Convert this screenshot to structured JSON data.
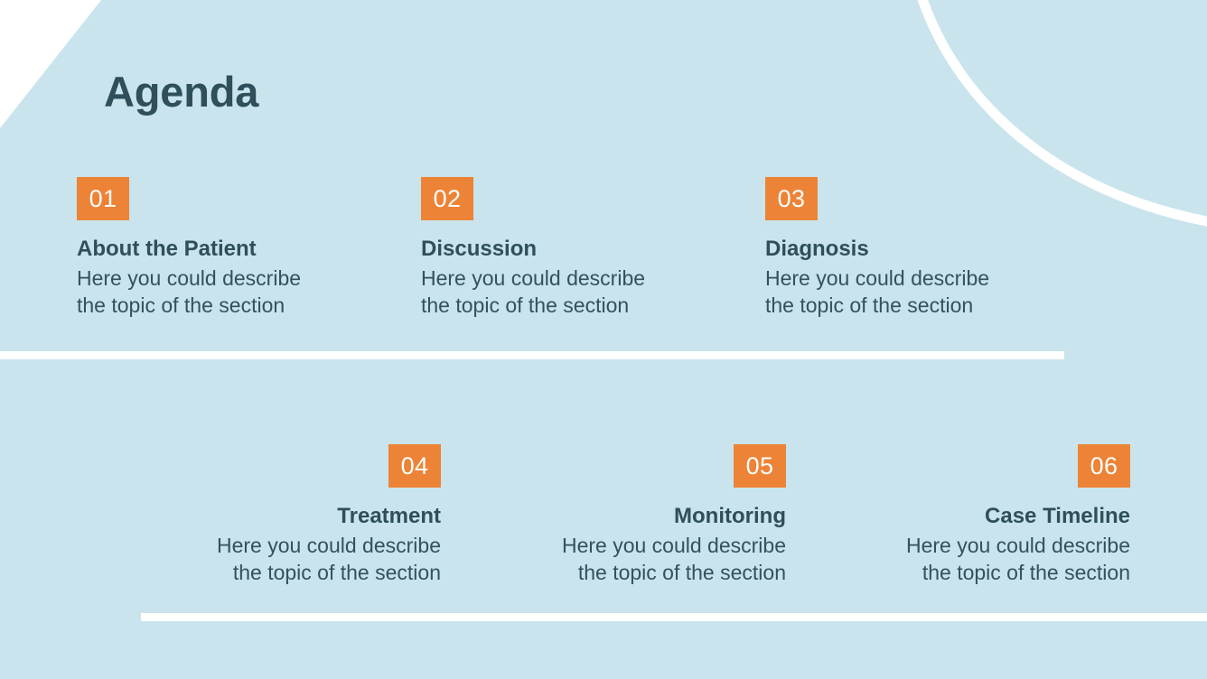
{
  "slide": {
    "title": "Agenda",
    "background_color": "#c9e4ec",
    "accent_color": "#ed8336",
    "text_color": "#2f4f5a",
    "decor_color": "#ffffff"
  },
  "items": [
    {
      "number": "01",
      "title": "About the Patient",
      "desc_line_1": "Here you could describe",
      "desc_line_2": "the topic of the section"
    },
    {
      "number": "02",
      "title": "Discussion",
      "desc_line_1": "Here you could describe",
      "desc_line_2": "the topic of the section"
    },
    {
      "number": "03",
      "title": "Diagnosis",
      "desc_line_1": "Here you could describe",
      "desc_line_2": "the topic of the section"
    },
    {
      "number": "04",
      "title": "Treatment",
      "desc_line_1": "Here you could describe",
      "desc_line_2": "the topic of the section"
    },
    {
      "number": "05",
      "title": "Monitoring",
      "desc_line_1": "Here you could describe",
      "desc_line_2": "the topic of the section"
    },
    {
      "number": "06",
      "title": "Case Timeline",
      "desc_line_1": "Here you could describe",
      "desc_line_2": "the topic of the section"
    }
  ]
}
